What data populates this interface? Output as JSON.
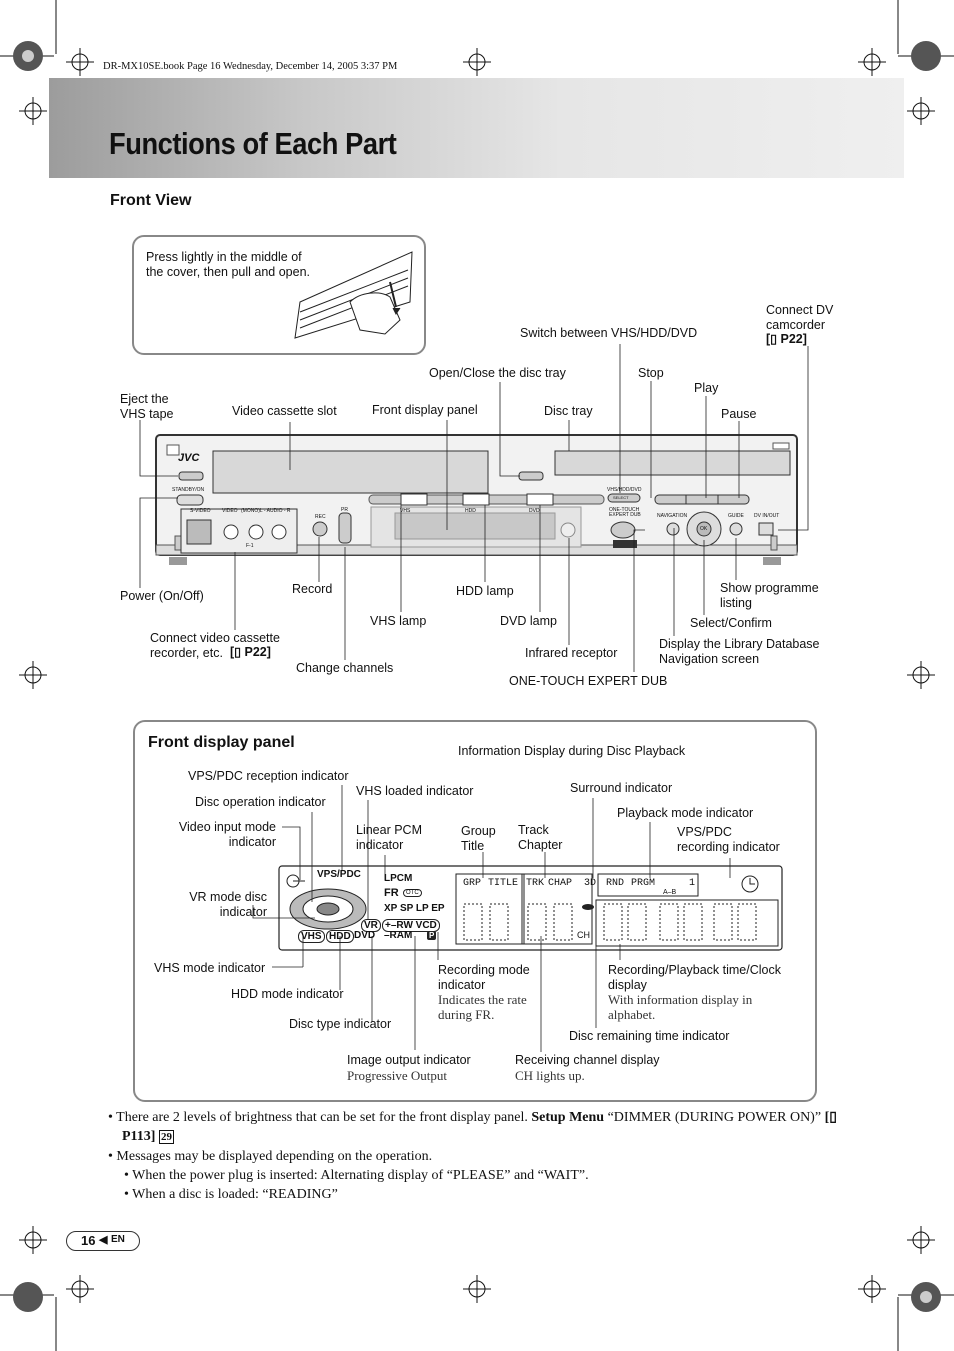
{
  "book_info": "DR-MX10SE.book  Page 16  Wednesday, December 14, 2005  3:37 PM",
  "title": "Functions of Each Part",
  "front_view": {
    "heading": "Front View",
    "callout": "Press lightly in the middle of\nthe cover, then pull and open.",
    "labels": {
      "eject": "Eject the\nVHS tape",
      "cassette_slot": "Video cassette slot",
      "front_display": "Front display panel",
      "open_close": "Open/Close the disc tray",
      "disc_tray": "Disc tray",
      "switch": "Switch between VHS/HDD/DVD",
      "stop": "Stop",
      "play": "Play",
      "pause": "Pause",
      "connect_dv": "Connect DV\ncamcorder",
      "connect_dv_ref": "[▯ P22]",
      "power": "Power (On/Off)",
      "record": "Record",
      "connect_vcr": "Connect video cassette\nrecorder, etc.",
      "connect_vcr_ref": "[▯ P22]",
      "change_channels": "Change channels",
      "vhs_lamp": "VHS lamp",
      "hdd_lamp": "HDD lamp",
      "dvd_lamp": "DVD lamp",
      "infrared": "Infrared receptor",
      "one_touch": "ONE-TOUCH EXPERT DUB",
      "show_programme": "Show programme\nlisting",
      "select_confirm": "Select/Confirm",
      "library": "Display the Library Database\nNavigation screen"
    },
    "device": {
      "brand": "JVC",
      "standby": "STANDBY/ON",
      "svideo": "S-VIDEO",
      "video": "VIDEO",
      "audio": "(MONO)L - AUDIO - R",
      "rec": "REC",
      "pr": "PR",
      "vhs": "VHS",
      "hdd": "HDD",
      "dvd": "DVD",
      "vhs_hdd_dvd": "VHS/HDD/DVD",
      "one_touch": "ONE-TOUCH\nEXPERT DUB",
      "navigation": "NAVIGATION",
      "guide": "GUIDE",
      "dv_in_out": "DV IN/OUT",
      "select": "SELECT",
      "ok": "OK",
      "f1": "F-1"
    }
  },
  "front_display": {
    "heading": "Front display panel",
    "info_heading": "Information Display during Disc Playback",
    "labels": {
      "vps_reception": "VPS/PDC reception indicator",
      "disc_operation": "Disc operation indicator",
      "video_input": "Video input mode\nindicator",
      "vr_mode": "VR mode disc\nindicator",
      "vhs_loaded": "VHS loaded indicator",
      "linear_pcm": "Linear PCM\nindicator",
      "group_title": "Group\nTitle",
      "track_chapter": "Track\nChapter",
      "surround": "Surround indicator",
      "playback_mode": "Playback mode indicator",
      "vps_recording": "VPS/PDC\nrecording indicator",
      "vhs_mode": "VHS mode indicator",
      "hdd_mode": "HDD mode indicator",
      "disc_type": "Disc type indicator",
      "recording_mode": "Recording mode\nindicator",
      "recording_mode_sub": "Indicates the rate\nduring FR.",
      "rec_play_time": "Recording/Playback time/Clock\ndisplay",
      "rec_play_time_sub": "With information display in\nalphabet.",
      "disc_remaining": "Disc remaining time indicator",
      "image_output": "Image output indicator",
      "image_output_sub": "Progressive Output",
      "receiving_channel": "Receiving channel display",
      "receiving_channel_sub": "CH lights up."
    },
    "display": {
      "vps_pdc": "VPS/PDC",
      "lpcm": "LPCM",
      "fr": "FR",
      "fr_sub": "OTC",
      "modes": "XP SP LP EP",
      "vr": "VR",
      "rw_vcd": "+–RW VCD",
      "vhs": "VHS",
      "hdd": "HDD",
      "dvd": "DVD",
      "ram": "–RAM",
      "p": "P",
      "grp": "GRP",
      "title": "TITLE",
      "trk": "TRK",
      "chap": "CHAP",
      "d3": "3D",
      "rnd": "RND",
      "prgm": "PRGM",
      "one": "1",
      "ab": "A–B",
      "ch": "CH"
    }
  },
  "notes": {
    "b1_pre": "There are 2 levels of brightness that can be set for the front display panel.",
    "b1_bold": "Setup Menu",
    "b1_post": "“DIMMER (DURING POWER ON)”",
    "b1_ref": "[▯ P113]",
    "b1_num": "29",
    "b2": "Messages may be displayed depending on the operation.",
    "s1": "When the power plug is inserted: Alternating display of “PLEASE” and “WAIT”.",
    "s2": "When a disc is loaded: “READING”"
  },
  "page": {
    "number": "16",
    "lang": "EN"
  }
}
